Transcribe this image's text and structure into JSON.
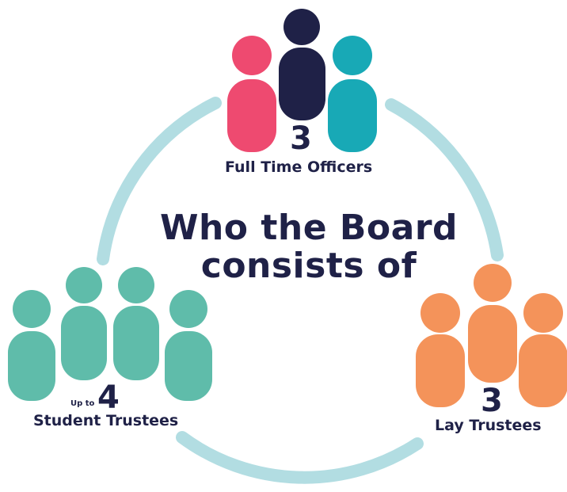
{
  "title": {
    "line1": "Who the Board",
    "line2": "consists of"
  },
  "groups": {
    "officers": {
      "count": "3",
      "label": "Full Time Officers",
      "colors": [
        "#ee4a70",
        "#1f2147",
        "#18a9b6"
      ]
    },
    "lay": {
      "count": "3",
      "label": "Lay Trustees",
      "color": "#f4935a"
    },
    "students": {
      "prefix": "Up to",
      "count": "4",
      "label": "Student Trustees",
      "color": "#5fbcaa"
    }
  },
  "colors": {
    "ring": "#b2dde2",
    "text": "#1f2147"
  }
}
